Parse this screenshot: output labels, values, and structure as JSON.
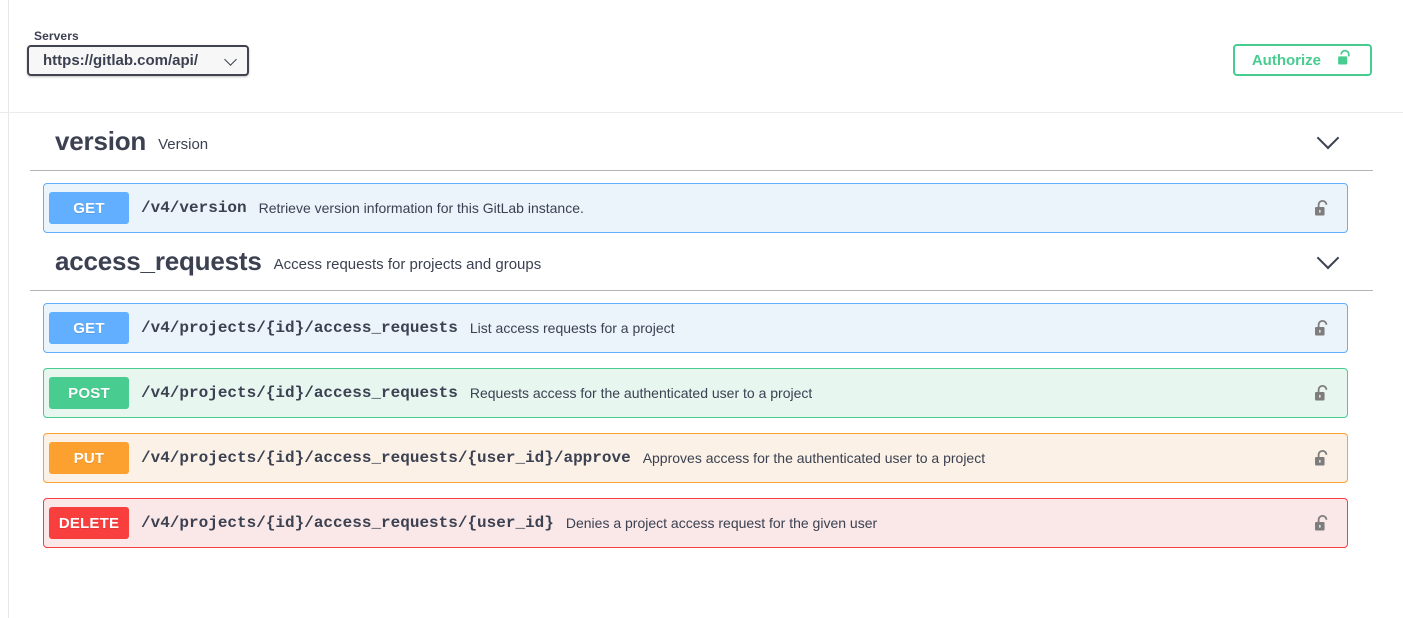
{
  "scheme_bar": {
    "servers_label": "Servers",
    "server_value": "https://gitlab.com/api/",
    "server_options": [
      "https://gitlab.com/api/"
    ],
    "authorize_label": "Authorize",
    "authorize_icon": "unlock-icon",
    "caret_icon": "chevron-down-icon"
  },
  "sections": [
    {
      "id": "version",
      "name": "version",
      "description": "Version",
      "toggle_icon": "chevron-down-icon",
      "operations": [
        {
          "method": "GET",
          "method_key": "get",
          "path": "/v4/version",
          "summary": "Retrieve version information for this GitLab instance.",
          "lock_icon": "unlock-icon"
        }
      ]
    },
    {
      "id": "access_requests",
      "name": "access_requests",
      "description": "Access requests for projects and groups",
      "toggle_icon": "chevron-down-icon",
      "operations": [
        {
          "method": "GET",
          "method_key": "get",
          "path": "/v4/projects/{id}/access_requests",
          "summary": "List access requests for a project",
          "lock_icon": "unlock-icon"
        },
        {
          "method": "POST",
          "method_key": "post",
          "path": "/v4/projects/{id}/access_requests",
          "summary": "Requests access for the authenticated user to a project",
          "lock_icon": "unlock-icon"
        },
        {
          "method": "PUT",
          "method_key": "put",
          "path": "/v4/projects/{id}/access_requests/{user_id}/approve",
          "summary": "Approves access for the authenticated user to a project",
          "lock_icon": "unlock-icon"
        },
        {
          "method": "DELETE",
          "method_key": "delete",
          "path": "/v4/projects/{id}/access_requests/{user_id}",
          "summary": "Denies a project access request for the given user",
          "lock_icon": "unlock-icon"
        }
      ]
    }
  ],
  "colors": {
    "get": "#61affe",
    "post": "#49cc90",
    "put": "#fca130",
    "delete": "#f93e3e",
    "authorize": "#49cc90",
    "text": "#3b4151"
  }
}
